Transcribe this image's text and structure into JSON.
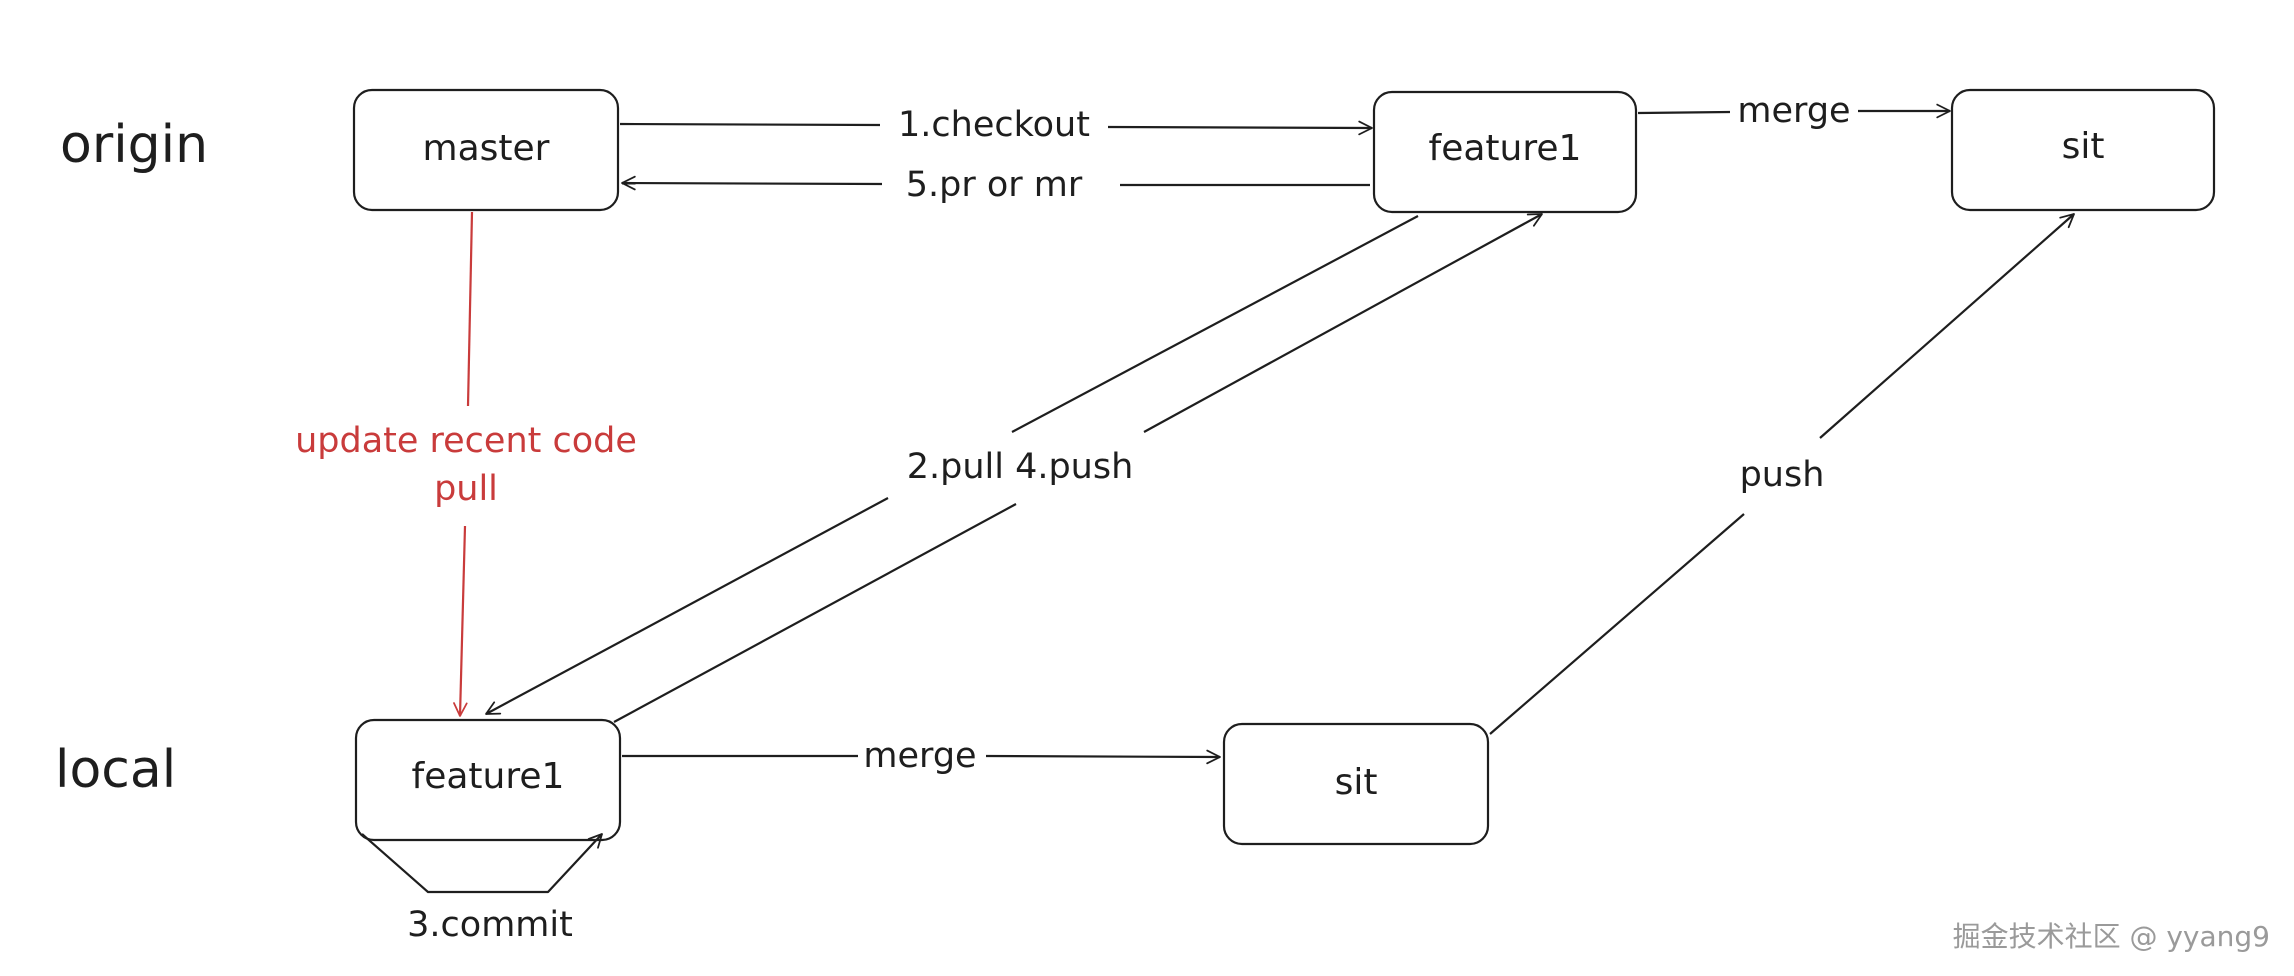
{
  "rows": {
    "origin": "origin",
    "local": "local"
  },
  "nodes": {
    "origin_master": "master",
    "origin_feature1": "feature1",
    "origin_sit": "sit",
    "local_feature1": "feature1",
    "local_sit": "sit"
  },
  "edges": {
    "checkout": "1.checkout",
    "pr_or_mr": "5.pr or mr",
    "merge_origin": "merge",
    "pull_push": "2.pull 4.push",
    "update_line1": "update recent code",
    "update_line2": "pull",
    "merge_local": "merge",
    "push": "push",
    "commit": "3.commit"
  },
  "watermark": "掘金技术社区 @ yyang9",
  "colors": {
    "ink": "#1e1e1e",
    "accent_red": "#c93b3b"
  }
}
